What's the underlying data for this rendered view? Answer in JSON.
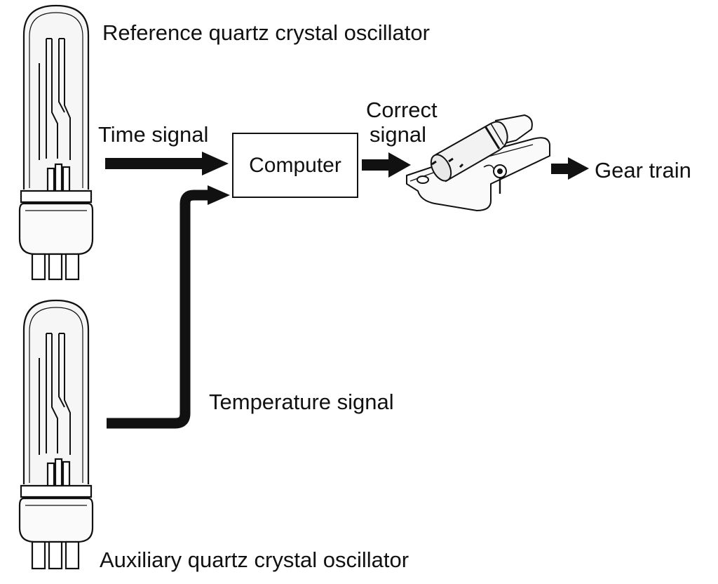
{
  "diagram": {
    "reference_oscillator_label": "Reference quartz crystal oscillator",
    "auxiliary_oscillator_label": "Auxiliary quartz crystal oscillator",
    "time_signal_label": "Time signal",
    "temperature_signal_label": "Temperature signal",
    "computer_label": "Computer",
    "correct_signal_label_line1": "Correct",
    "correct_signal_label_line2": "signal",
    "gear_train_label": "Gear train"
  },
  "colors": {
    "ink": "#111111",
    "background": "#ffffff",
    "glass": "#f4f4f4"
  }
}
